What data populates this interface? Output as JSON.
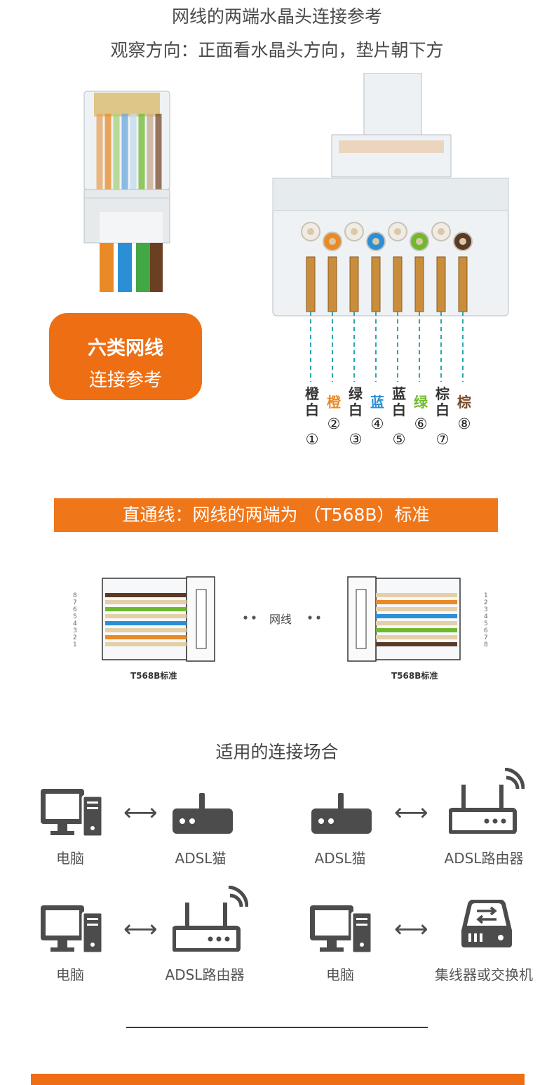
{
  "header": {
    "title": "网线的两端水晶头连接参考",
    "subtitle": "观察方向：正面看水晶头方向，垫片朝下方"
  },
  "badge": {
    "line1": "六类网线",
    "line2": "连接参考"
  },
  "wires": [
    {
      "label": "橙白",
      "num": "①",
      "color": "#333333",
      "core": "#f0ece4"
    },
    {
      "label": "橙",
      "num": "②",
      "color": "#e98a26",
      "core": "#e98a26"
    },
    {
      "label": "绿白",
      "num": "③",
      "color": "#333333",
      "core": "#f0ece4"
    },
    {
      "label": "蓝",
      "num": "④",
      "color": "#2b8fd6",
      "core": "#2b8fd6"
    },
    {
      "label": "蓝白",
      "num": "⑤",
      "color": "#333333",
      "core": "#f0ece4"
    },
    {
      "label": "绿",
      "num": "⑥",
      "color": "#6fba2c",
      "core": "#6fba2c"
    },
    {
      "label": "棕白",
      "num": "⑦",
      "color": "#333333",
      "core": "#f0ece4"
    },
    {
      "label": "棕",
      "num": "⑧",
      "color": "#7a4a2a",
      "core": "#5a3a26"
    }
  ],
  "banner": {
    "text": "直通线：网线的两端为 （T568B）标准"
  },
  "straight": {
    "left_std": "T568B标准",
    "right_std": "T568B标准",
    "middle": "网线",
    "pin_numbers": [
      "1",
      "2",
      "3",
      "4",
      "5",
      "6",
      "7",
      "8"
    ]
  },
  "usage": {
    "title": "适用的连接场合",
    "pairs": [
      {
        "left": "电脑",
        "right": "ADSL猫"
      },
      {
        "left": "ADSL猫",
        "right": "ADSL路由器"
      },
      {
        "left": "电脑",
        "right": "ADSL路由器"
      },
      {
        "left": "电脑",
        "right": "集线器或交换机"
      }
    ]
  },
  "icons": {
    "computer": "computer-icon",
    "modem": "modem-icon",
    "router": "router-icon",
    "switch": "switch-icon",
    "arrow": "double-arrow-icon"
  },
  "colors": {
    "accent": "#ee6e14",
    "icon": "#4c4c4c"
  }
}
